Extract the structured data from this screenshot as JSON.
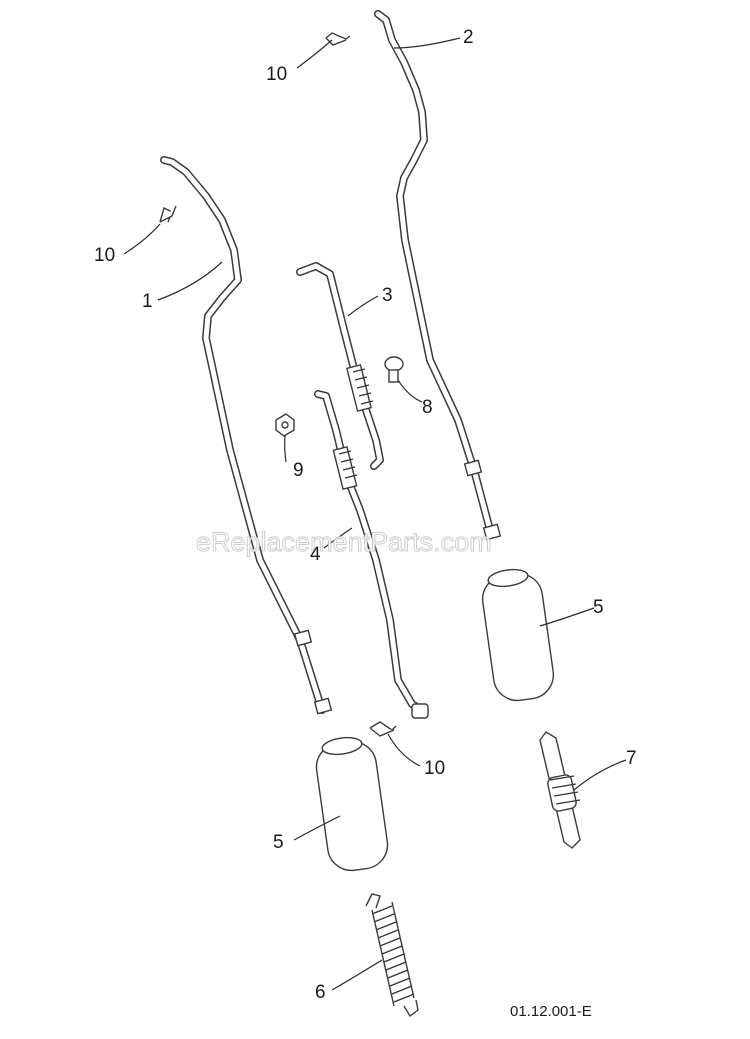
{
  "callouts": {
    "c1": "1",
    "c2": "2",
    "c3": "3",
    "c4": "4",
    "c5a": "5",
    "c5b": "5",
    "c6": "6",
    "c7": "7",
    "c8": "8",
    "c9": "9",
    "c10a": "10",
    "c10b": "10",
    "c10c": "10"
  },
  "drawing_code": "01.12.001-E",
  "watermark": "eReplacementParts.com"
}
